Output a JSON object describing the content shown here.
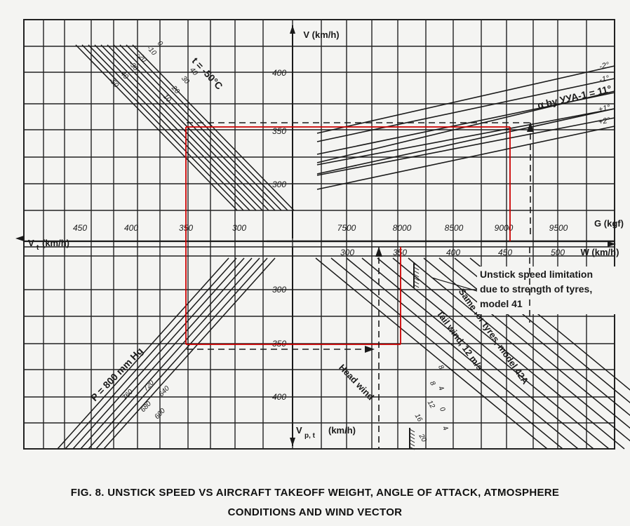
{
  "colors": {
    "ink": "#1a1a1a",
    "grid": "#222222",
    "paper": "#f4f4f2",
    "solution_path": "#cc0000"
  },
  "chart_data": {
    "type": "nomogram",
    "grid": true,
    "quadrants": {
      "top_left": {
        "description_source": "temperature lines",
        "label": "t = -50°C",
        "line_labels": [
          "-50",
          "-40",
          "-30",
          "-20",
          "-10",
          "0",
          "10",
          "20",
          "30",
          "40"
        ]
      },
      "top_right": {
        "label": "α by УУА-1 = 11°",
        "line_labels": [
          "-2°",
          "-1°",
          "+1°",
          "+2°"
        ]
      },
      "bottom_left": {
        "label": "P = 800 mm Hg",
        "line_labels": [
          "760",
          "720",
          "680",
          "640",
          "600"
        ]
      },
      "bottom_right": {
        "label_head": "Head wind",
        "label_tail": "Tail wind, 12 m/s",
        "line_labels": [
          "8",
          "4",
          "0",
          "4",
          "8",
          "12",
          "16",
          "20"
        ],
        "limit_41": "Unstick speed limitation due to strength of tyres, model 41",
        "limit_41_lines": [
          "Unstick speed limitation",
          "due to strength of tyres,",
          "model 41"
        ],
        "limit_42a": "Same for tyres, model 42A"
      }
    },
    "axes": {
      "v": {
        "label": "V (km/h)",
        "ticks": [
          400,
          350,
          300
        ]
      },
      "vt": {
        "label_main": "V",
        "label_sub": "t",
        "label_unit": "(km/h)",
        "ticks": [
          450,
          400,
          350,
          300
        ]
      },
      "g": {
        "label": "G (kgf)",
        "ticks": [
          7500,
          8000,
          8500,
          9000,
          9500
        ]
      },
      "w": {
        "label": "W (km/h)",
        "ticks": [
          300,
          350,
          400,
          450,
          500
        ]
      },
      "vpt": {
        "label_main": "V",
        "label_sub": "p, t",
        "label_unit": "(km/h)",
        "ticks": [
          300,
          350,
          400
        ]
      }
    },
    "example": {
      "G": 9200,
      "V": 355,
      "Vt": 350,
      "W": 350,
      "Vpt": 350
    }
  },
  "caption": {
    "line1": "FIG. 8. UNSTICK SPEED VS AIRCRAFT TAKEOFF WEIGHT, ANGLE OF ATTACK, ATMOSPHERE",
    "line2": "CONDITIONS AND WIND VECTOR"
  }
}
